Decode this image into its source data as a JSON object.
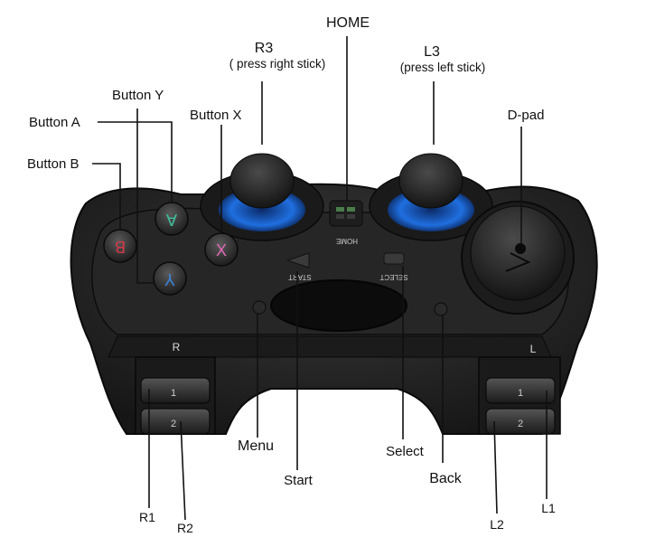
{
  "labels": {
    "home": "HOME",
    "r3_title": "R3",
    "r3_sub": "( press right stick)",
    "l3_title": "L3",
    "l3_sub": "(press left stick)",
    "button_y": "Button Y",
    "button_a": "Button A",
    "button_x": "Button X",
    "button_b": "Button B",
    "dpad": "D-pad",
    "menu": "Menu",
    "start": "Start",
    "select": "Select",
    "back": "Back",
    "r1": "R1",
    "r2": "R2",
    "l1": "L1",
    "l2": "L2"
  },
  "controller_text": {
    "btn_a_glyph": "A",
    "btn_b_glyph": "B",
    "btn_x_glyph": "X",
    "btn_y_glyph": "Y",
    "home_print": "HOME",
    "start_print": "START",
    "select_print": "SELECT",
    "shoulder_r": "R",
    "shoulder_l": "L",
    "bumper_1": "1",
    "bumper_2": "2"
  },
  "colors": {
    "body": "#2b2b2b",
    "body_dark": "#141414",
    "stick_glow": "#1f6fe0",
    "btn_a": "#3fbf9a",
    "btn_b": "#d63a4a",
    "btn_x": "#e26bb4",
    "btn_y": "#3a86e0",
    "leader": "#111111"
  }
}
